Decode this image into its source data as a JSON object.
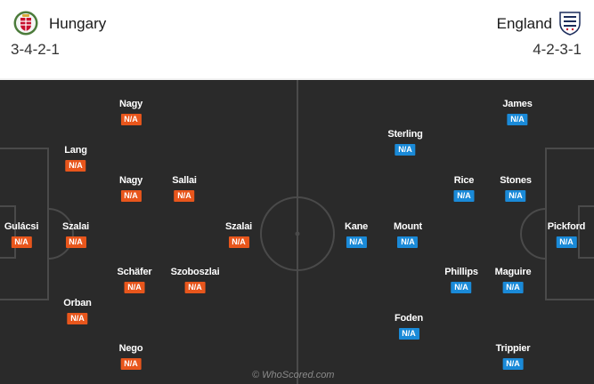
{
  "home": {
    "name": "Hungary",
    "formation": "3-4-2-1",
    "badge_color": "#e8561c",
    "players": [
      {
        "name": "Gulácsi",
        "rating": "N/A"
      },
      {
        "name": "Lang",
        "rating": "N/A"
      },
      {
        "name": "Szalai",
        "rating": "N/A"
      },
      {
        "name": "Orban",
        "rating": "N/A"
      },
      {
        "name": "Nagy",
        "rating": "N/A"
      },
      {
        "name": "Nagy",
        "rating": "N/A"
      },
      {
        "name": "Schäfer",
        "rating": "N/A"
      },
      {
        "name": "Nego",
        "rating": "N/A"
      },
      {
        "name": "Sallai",
        "rating": "N/A"
      },
      {
        "name": "Szoboszlai",
        "rating": "N/A"
      },
      {
        "name": "Szalai",
        "rating": "N/A"
      }
    ]
  },
  "away": {
    "name": "England",
    "formation": "4-2-3-1",
    "badge_color": "#1a8ad8",
    "players": [
      {
        "name": "Kane",
        "rating": "N/A"
      },
      {
        "name": "Sterling",
        "rating": "N/A"
      },
      {
        "name": "Mount",
        "rating": "N/A"
      },
      {
        "name": "Foden",
        "rating": "N/A"
      },
      {
        "name": "Rice",
        "rating": "N/A"
      },
      {
        "name": "Phillips",
        "rating": "N/A"
      },
      {
        "name": "James",
        "rating": "N/A"
      },
      {
        "name": "Stones",
        "rating": "N/A"
      },
      {
        "name": "Maguire",
        "rating": "N/A"
      },
      {
        "name": "Trippier",
        "rating": "N/A"
      },
      {
        "name": "Pickford",
        "rating": "N/A"
      }
    ]
  },
  "watermark": "© WhoScored.com",
  "colors": {
    "pitch": "#2a2a2a",
    "lines": "#4a4a4a"
  }
}
